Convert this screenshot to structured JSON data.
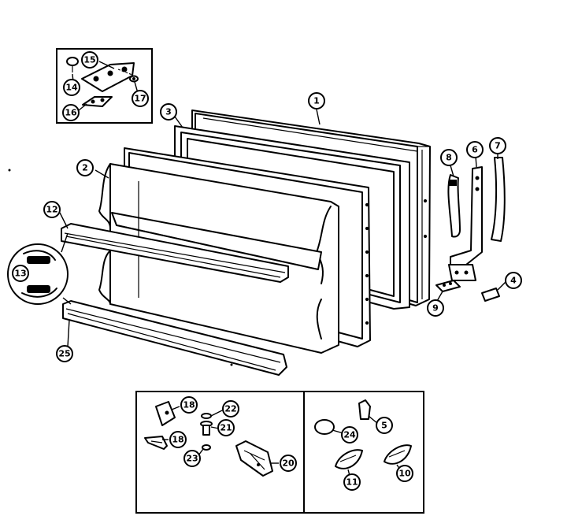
{
  "callouts": {
    "c1": "1",
    "c2": "2",
    "c3": "3",
    "c4": "4",
    "c5": "5",
    "c6": "6",
    "c7": "7",
    "c8": "8",
    "c9": "9",
    "c10": "10",
    "c11": "11",
    "c12": "12",
    "c13": "13",
    "c14": "14",
    "c15": "15",
    "c16": "16",
    "c17": "17",
    "c18a": "18",
    "c18b": "18",
    "c20": "20",
    "c21": "21",
    "c22": "22",
    "c23": "23",
    "c24": "24",
    "c25": "25"
  }
}
